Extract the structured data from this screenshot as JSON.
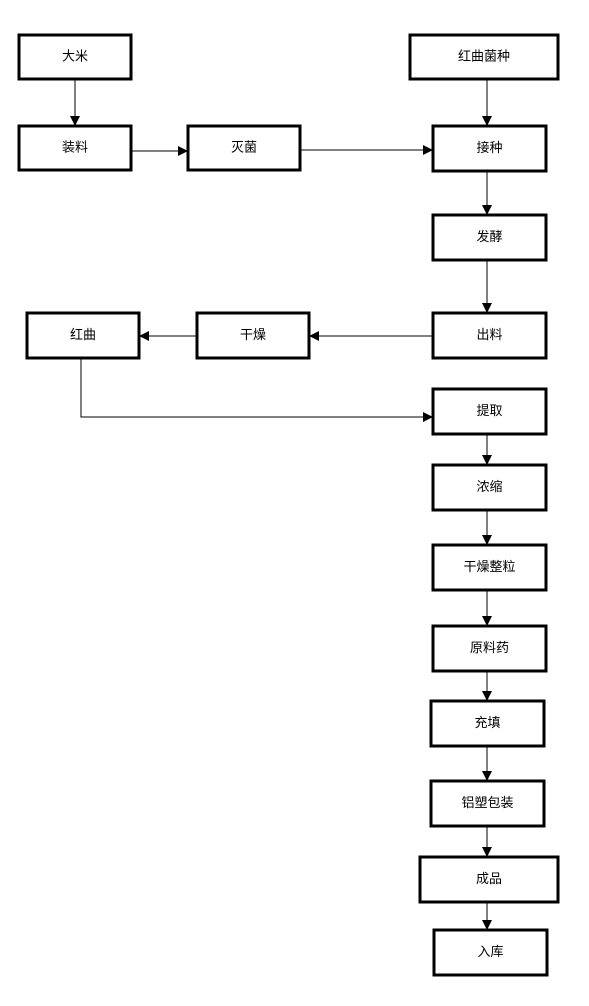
{
  "diagram": {
    "nodes": [
      {
        "id": "rice",
        "label": "大米"
      },
      {
        "id": "load",
        "label": "装料"
      },
      {
        "id": "sterilize",
        "label": "灭菌"
      },
      {
        "id": "strain",
        "label": "红曲菌种"
      },
      {
        "id": "inoculate",
        "label": "接种"
      },
      {
        "id": "ferment",
        "label": "发酵"
      },
      {
        "id": "discharge",
        "label": "出料"
      },
      {
        "id": "dry",
        "label": "干燥"
      },
      {
        "id": "red-yeast",
        "label": "红曲"
      },
      {
        "id": "extract",
        "label": "提取"
      },
      {
        "id": "concentrate",
        "label": "浓缩"
      },
      {
        "id": "dry-granulate",
        "label": "干燥整粒"
      },
      {
        "id": "raw-medicine",
        "label": "原料药"
      },
      {
        "id": "fill",
        "label": "充填"
      },
      {
        "id": "blister-pack",
        "label": "铝塑包装"
      },
      {
        "id": "product",
        "label": "成品"
      },
      {
        "id": "storage",
        "label": "入库"
      }
    ],
    "edges": [
      {
        "from": "rice",
        "to": "load"
      },
      {
        "from": "load",
        "to": "sterilize"
      },
      {
        "from": "sterilize",
        "to": "inoculate"
      },
      {
        "from": "strain",
        "to": "inoculate"
      },
      {
        "from": "inoculate",
        "to": "ferment"
      },
      {
        "from": "ferment",
        "to": "discharge"
      },
      {
        "from": "discharge",
        "to": "dry"
      },
      {
        "from": "dry",
        "to": "red-yeast"
      },
      {
        "from": "red-yeast",
        "to": "extract"
      },
      {
        "from": "extract",
        "to": "concentrate"
      },
      {
        "from": "concentrate",
        "to": "dry-granulate"
      },
      {
        "from": "dry-granulate",
        "to": "raw-medicine"
      },
      {
        "from": "raw-medicine",
        "to": "fill"
      },
      {
        "from": "fill",
        "to": "blister-pack"
      },
      {
        "from": "blister-pack",
        "to": "product"
      },
      {
        "from": "product",
        "to": "storage"
      }
    ]
  }
}
